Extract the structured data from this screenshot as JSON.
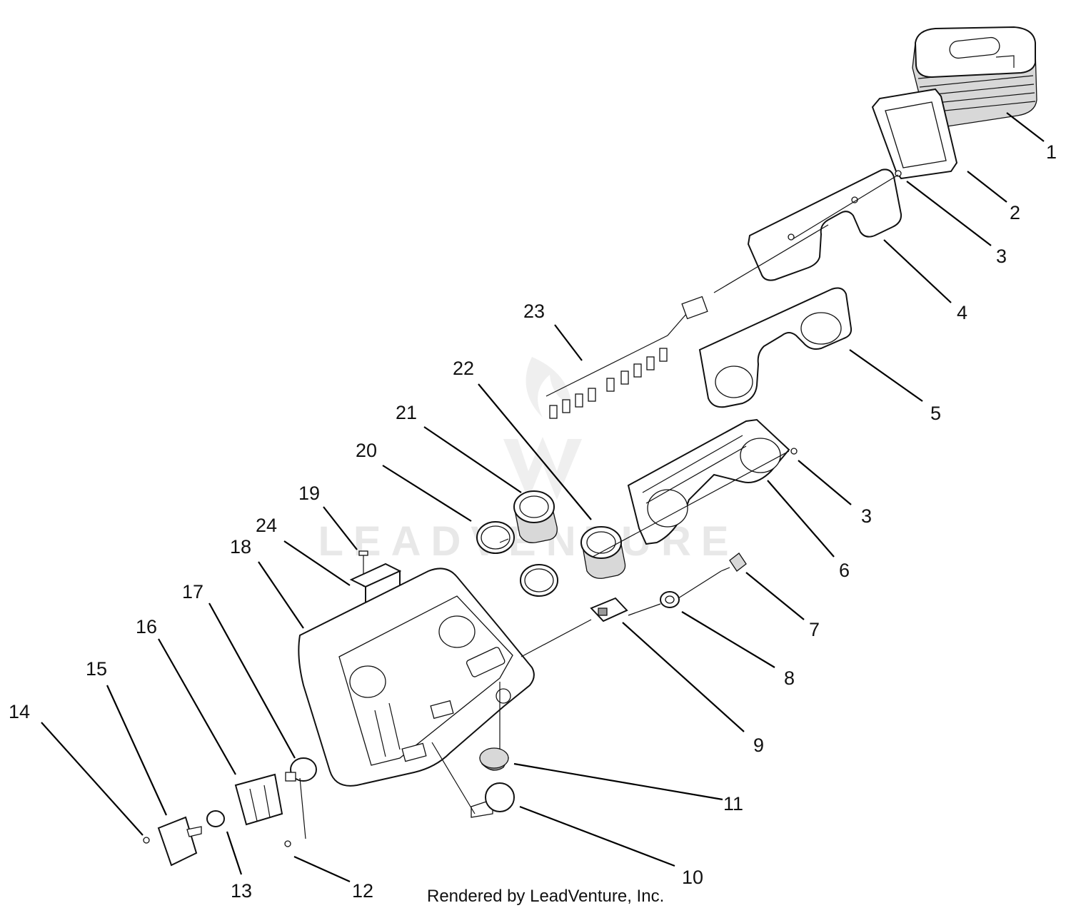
{
  "watermark": {
    "text": "LEADVENTURE"
  },
  "credit": {
    "text": "Rendered by LeadVenture, Inc."
  },
  "callouts": [
    {
      "id": "1",
      "label": "1"
    },
    {
      "id": "2",
      "label": "2"
    },
    {
      "id": "3a",
      "label": "3"
    },
    {
      "id": "4",
      "label": "4"
    },
    {
      "id": "5",
      "label": "5"
    },
    {
      "id": "23",
      "label": "23"
    },
    {
      "id": "22",
      "label": "22"
    },
    {
      "id": "21",
      "label": "21"
    },
    {
      "id": "20",
      "label": "20"
    },
    {
      "id": "19",
      "label": "19"
    },
    {
      "id": "24",
      "label": "24"
    },
    {
      "id": "18",
      "label": "18"
    },
    {
      "id": "17",
      "label": "17"
    },
    {
      "id": "16",
      "label": "16"
    },
    {
      "id": "15",
      "label": "15"
    },
    {
      "id": "14",
      "label": "14"
    },
    {
      "id": "3b",
      "label": "3"
    },
    {
      "id": "6",
      "label": "6"
    },
    {
      "id": "7",
      "label": "7"
    },
    {
      "id": "8",
      "label": "8"
    },
    {
      "id": "9",
      "label": "9"
    },
    {
      "id": "11",
      "label": "11"
    },
    {
      "id": "10",
      "label": "10"
    },
    {
      "id": "12",
      "label": "12"
    },
    {
      "id": "13",
      "label": "13"
    }
  ]
}
